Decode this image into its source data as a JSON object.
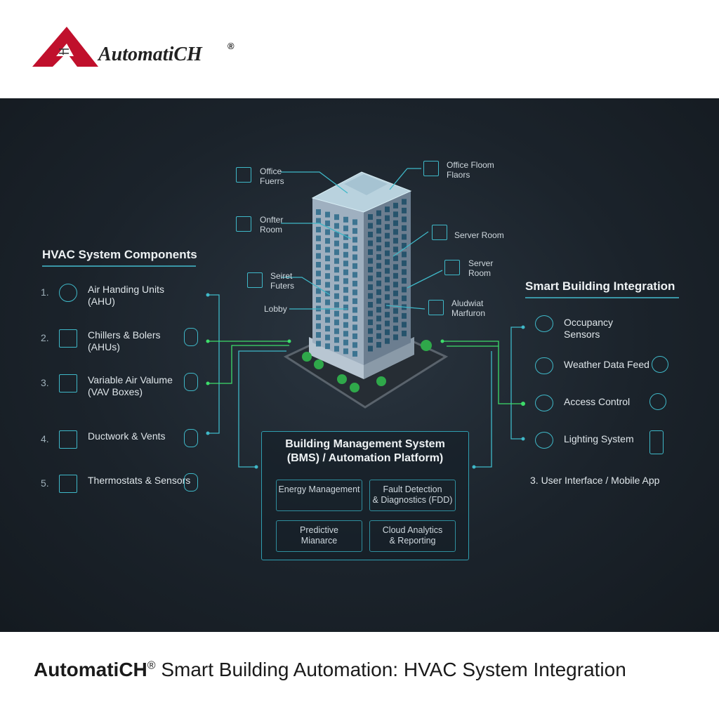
{
  "brand": {
    "logo_text": "AutomatiCH",
    "registered": "®"
  },
  "caption": {
    "brand": "AutomatiCH",
    "registered": "®",
    "text": " Smart Building Automation: HVAC System Integration"
  },
  "building_labels": [
    {
      "text1": "Office",
      "text2": "Fuerrs",
      "icon": "office-icon"
    },
    {
      "text1": "Onfter",
      "text2": "Room",
      "icon": "monitor-icon"
    },
    {
      "text1": "Seiret",
      "text2": "Futers",
      "icon": "grid-icon"
    },
    {
      "text1": "Lobby",
      "text2": "",
      "icon": ""
    },
    {
      "text1": "Office Floom",
      "text2": "Flaors",
      "icon": "fan-icon"
    },
    {
      "text1": "Server Room",
      "text2": "",
      "icon": "server-icon"
    },
    {
      "text1": "Server",
      "text2": "Room",
      "icon": "fan-icon"
    },
    {
      "text1": "Aludwiat",
      "text2": "Marfuron",
      "icon": "gear-icon"
    }
  ],
  "hvac": {
    "title": "HVAC System Components",
    "items": [
      {
        "num": "1.",
        "line1": "Air Handing Units",
        "line2": "(AHU)",
        "icon": "fan-icon",
        "right_icon": ""
      },
      {
        "num": "2.",
        "line1": "Chillers & Bolers",
        "line2": "(AHUs)",
        "icon": "fan-box-icon",
        "right_icon": "flame-icon"
      },
      {
        "num": "3.",
        "line1": "Variable Air Valume",
        "line2": "(VAV Boxes)",
        "icon": "snowflake-icon",
        "right_icon": "thermometer-icon"
      },
      {
        "num": "4.",
        "line1": "Ductwork & Vents",
        "line2": "",
        "icon": "duct-icon",
        "right_icon": "pipe-icon"
      },
      {
        "num": "5.",
        "line1": "Thermostats & Sensors",
        "line2": "",
        "icon": "thermometer-icon",
        "right_icon": "thermometer-icon"
      }
    ]
  },
  "bms": {
    "title1": "Building Management System",
    "title2": "(BMS) / Automation Platform)",
    "modules": [
      {
        "line1": "Energy Management",
        "line2": ""
      },
      {
        "line1": "Fault Detection",
        "line2": "& Diagnostics (FDD)"
      },
      {
        "line1": "Predictive",
        "line2": "Mianarce"
      },
      {
        "line1": "Cloud Analytics",
        "line2": "& Reporting"
      }
    ]
  },
  "smart": {
    "title": "Smart Building Integration",
    "items": [
      {
        "line1": "Occupancy",
        "line2": "Sensors",
        "icon": "person-icon"
      },
      {
        "line1": "Weather Data Feed",
        "line2": "",
        "icon": "cloud-icon",
        "right_icon": "sun-icon"
      },
      {
        "line1": "Access Control",
        "line2": "",
        "icon": "access-icon",
        "right_icon": "lightbulb-icon"
      },
      {
        "line1": "Lighting System",
        "line2": "",
        "icon": "lightbulb-icon",
        "right_icon": "smartphone-icon"
      }
    ],
    "footer": "3. User Interface / Mobile App"
  },
  "colors": {
    "accent": "#3fb8c8",
    "green": "#3ddc6a",
    "logo_red": "#c0102c",
    "panel": "#1b232b"
  }
}
